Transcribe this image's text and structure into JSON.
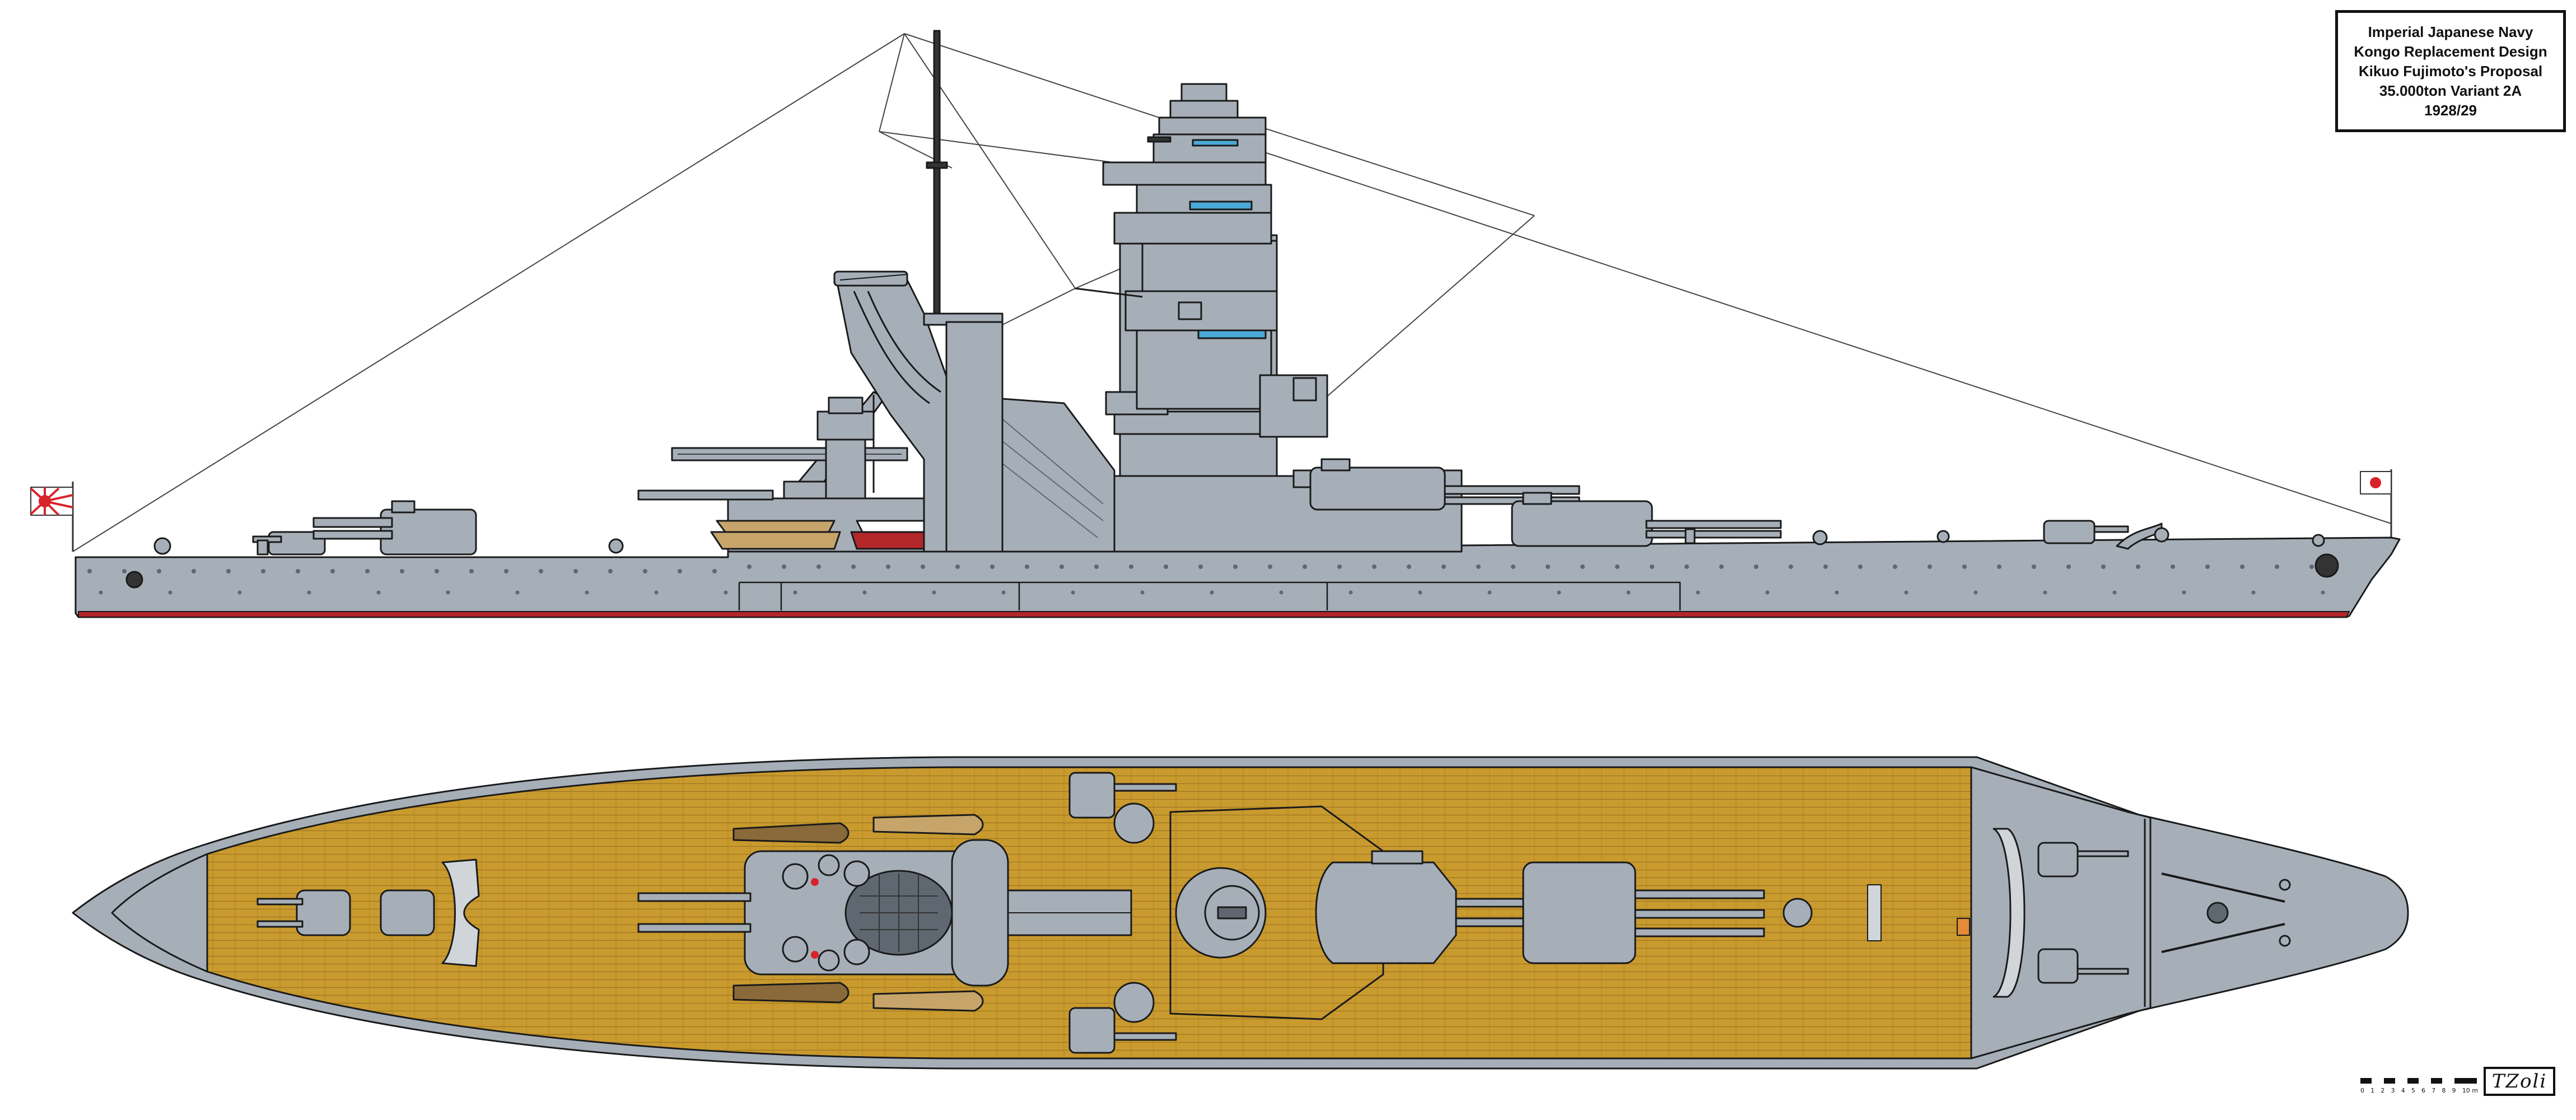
{
  "title_block": {
    "line1": "Imperial Japanese Navy",
    "line2": "Kongo Replacement Design",
    "line3": "Kikuo Fujimoto's Proposal",
    "line4": "35.000ton Variant 2A",
    "line5": "1928/29"
  },
  "signature": "TZoli",
  "scale": {
    "ticks": [
      "0",
      "1",
      "2",
      "3",
      "4",
      "5",
      "6",
      "7",
      "8",
      "9",
      "10 m"
    ]
  },
  "colors": {
    "hull": "#a6afb8",
    "hull_dark": "#7d8790",
    "deck_wood": "#c99a2e",
    "deck_plank": "#a9801f",
    "waterline": "#b3262a",
    "outline": "#1a1a1a",
    "glass": "#4aa9d6",
    "boat_wood": "#c7a56a",
    "rising_sun": "#d9232b"
  }
}
